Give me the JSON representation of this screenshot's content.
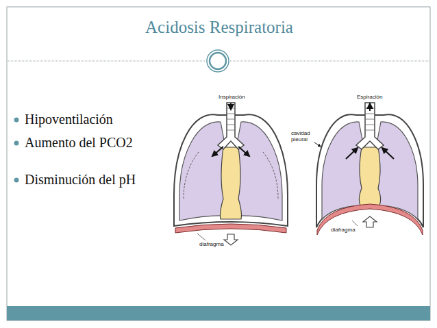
{
  "diagram": {
    "title": "Acidosis Respiratoria",
    "labels": [
      "Hipoventilación",
      "Aumento del PCO2",
      "Disminución del pH",
      "Inspiración",
      "Espiración",
      "cavidad pleural",
      "diafragma",
      "diafragma"
    ]
  }
}
